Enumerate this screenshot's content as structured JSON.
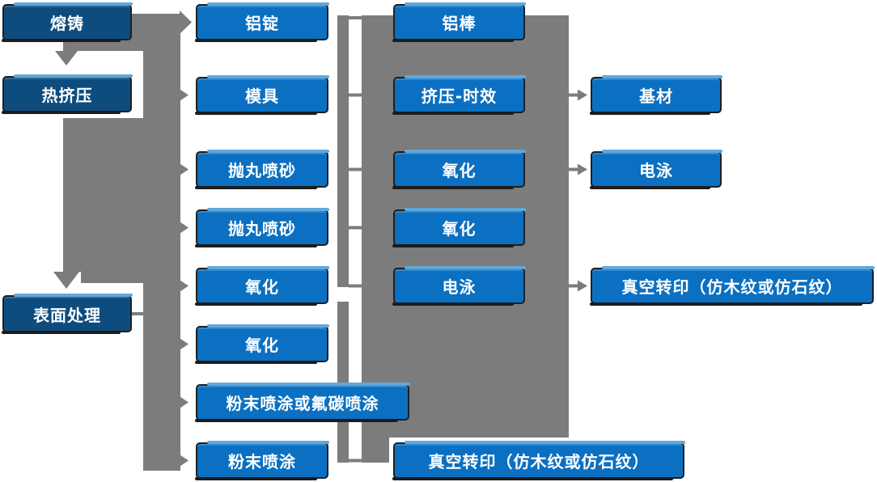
{
  "colors": {
    "stage_box": "#0E4C7E",
    "process_box": "#0B70C1",
    "connector_gray": "#7C7C7C",
    "box_border": "#1B2026",
    "box_text": "#FFFFFF",
    "highlight_edge": "#5FA8DC",
    "shadow_edge": "#1C1C1C",
    "background": "#FFFFFF"
  },
  "diagram": {
    "stage1": [
      "熔铸",
      "热挤压",
      "表面处理"
    ],
    "stage2": [
      "铝锭",
      "模具",
      "抛丸喷砂",
      "抛丸喷砂",
      "氧化",
      "氧化",
      "粉末喷涂或氟碳喷涂",
      "粉末喷涂"
    ],
    "stage3": [
      "铝棒",
      "挤压-时效",
      "氧化",
      "氧化",
      "电泳",
      "真空转印（仿木纹或仿石纹）"
    ],
    "stage4": [
      "基材",
      "电泳",
      "真空转印（仿木纹或仿石纹）"
    ]
  }
}
